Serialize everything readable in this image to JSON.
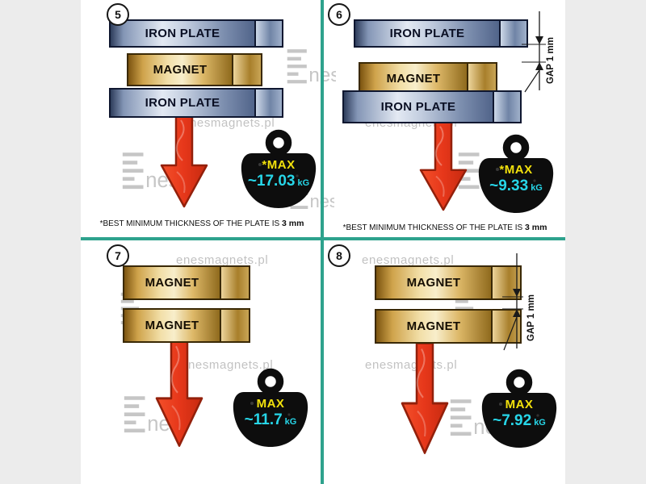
{
  "brand": {
    "site_watermark": "enesmagnets.pl",
    "logo_text": "nes"
  },
  "footnote": {
    "text": "*BEST MINIMUM THICKNESS OF THE PLATE IS",
    "bold": "3 mm"
  },
  "panels": [
    {
      "number": "5",
      "layers": [
        "IRON PLATE",
        "MAGNET",
        "IRON PLATE"
      ],
      "weight": {
        "label": "*MAX",
        "value": "~17.03",
        "unit": "kG"
      }
    },
    {
      "number": "6",
      "layers": [
        "IRON PLATE",
        "MAGNET",
        "IRON PLATE"
      ],
      "gap_label": "GAP 1 mm",
      "weight": {
        "label": "*MAX",
        "value": "~9.33",
        "unit": "kG"
      }
    },
    {
      "number": "7",
      "layers": [
        "MAGNET",
        "MAGNET"
      ],
      "weight": {
        "label": "MAX",
        "value": "~11.7",
        "unit": "kG"
      }
    },
    {
      "number": "8",
      "layers": [
        "MAGNET",
        "MAGNET"
      ],
      "gap_label": "GAP 1 mm",
      "weight": {
        "label": "MAX",
        "value": "~7.92",
        "unit": "kG"
      }
    }
  ],
  "colors": {
    "divider_teal": "#2ea28d",
    "arrow_red": "#e6371a",
    "max_yellow": "#f2e10c",
    "value_cyan": "#27d6e8",
    "weight_black": "#0d0d0d"
  }
}
